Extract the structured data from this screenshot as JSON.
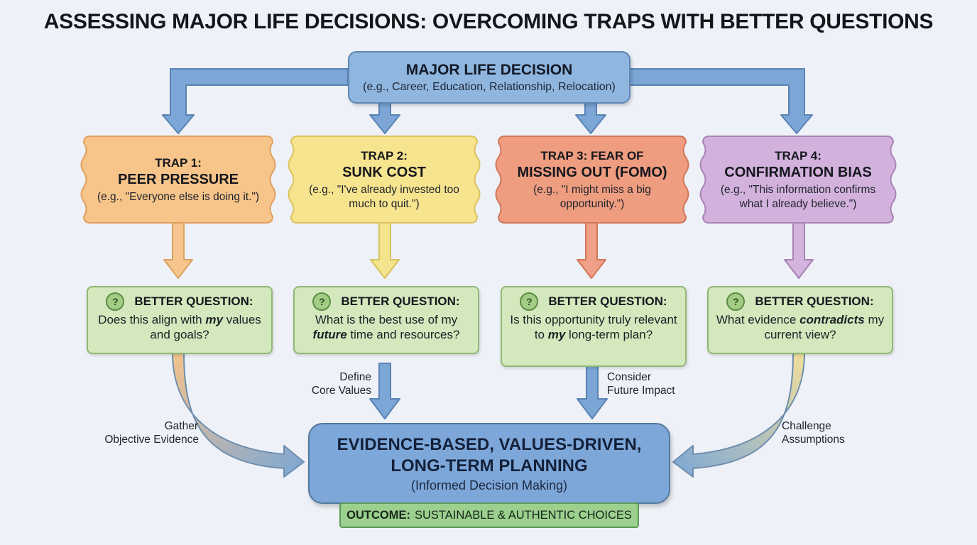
{
  "title": "ASSESSING MAJOR LIFE DECISIONS: OVERCOMING TRAPS WITH BETTER QUESTIONS",
  "decision": {
    "title": "MAJOR LIFE DECISION",
    "examples": "(e.g., Career, Education, Relationship, Relocation)"
  },
  "traps": [
    {
      "label": "TRAP 1:",
      "name": "PEER PRESSURE",
      "example": "(e.g., \"Everyone else is doing it.\")",
      "fill": "#f7c48a",
      "stroke": "#e1a05e",
      "arrow": "#f5c58d",
      "arrow_stroke": "#dca25e"
    },
    {
      "label": "TRAP 2:",
      "name": "SUNK COST",
      "example": "(e.g., \"I've already invested too much to quit.\")",
      "fill": "#f7e48e",
      "stroke": "#dcc25d",
      "arrow": "#f4e48d",
      "arrow_stroke": "#d6c25c"
    },
    {
      "label": "TRAP 3: FEAR OF",
      "name": "MISSING OUT (FOMO)",
      "example": "(e.g., \"I might miss a big opportunity.\")",
      "fill": "#ef9d80",
      "stroke": "#d27559",
      "arrow": "#f0a087",
      "arrow_stroke": "#d27556"
    },
    {
      "label": "TRAP 4:",
      "name": "CONFIRMATION BIAS",
      "example": "(e.g., \"This information confirms what I already believe.\")",
      "fill": "#d2b2dc",
      "stroke": "#a884b6",
      "arrow": "#d3b4dc",
      "arrow_stroke": "#a682b3"
    }
  ],
  "better_questions": [
    {
      "heading": "BETTER QUESTION:",
      "before": "Does this align with ",
      "emphasis": "my",
      "after": " values and goals?"
    },
    {
      "heading": "BETTER QUESTION:",
      "before": "What is the best use of my ",
      "emphasis": "future",
      "after": " time and resources?"
    },
    {
      "heading": "BETTER QUESTION:",
      "before": "Is this opportunity truly relevant to ",
      "emphasis": "my",
      "after": " long-term plan?"
    },
    {
      "heading": "BETTER QUESTION:",
      "before": "What evidence ",
      "emphasis": "contradicts",
      "after": " my current view?"
    }
  ],
  "question_icon": {
    "name": "question-mark-icon",
    "glyph": "?"
  },
  "edge_labels": [
    {
      "line1": "Gather",
      "line2": "Objective Evidence"
    },
    {
      "line1": "Define",
      "line2": "Core Values"
    },
    {
      "line1": "Consider",
      "line2": "Future Impact"
    },
    {
      "line1": "Challenge",
      "line2": "Assumptions"
    }
  ],
  "result": {
    "line1": "EVIDENCE-BASED, VALUES-DRIVEN,",
    "line2": "LONG-TERM PLANNING",
    "subtitle": "(Informed Decision Making)"
  },
  "outcome": {
    "label": "OUTCOME:",
    "text": "SUSTAINABLE & AUTHENTIC CHOICES"
  },
  "colors": {
    "blue_arrow": "#7ba6d6",
    "blue_arrow_stroke": "#5a83b4",
    "decision_fill": "#8fb6de",
    "result_fill": "#7da7d9",
    "question_fill": "#d3e8bd",
    "outcome_fill": "#9cd08e"
  }
}
